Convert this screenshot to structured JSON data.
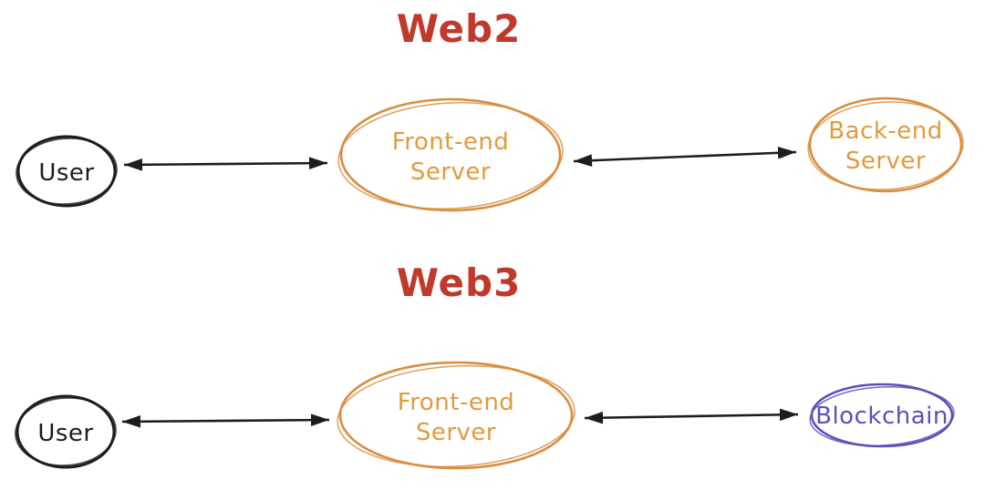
{
  "colors": {
    "title_red": "#c0392b",
    "orange_stroke": "#d98d3f",
    "orange_text": "#e29a3c",
    "purple": "#5b51b9",
    "ink": "#1d1d1d",
    "background": "#ffffff"
  },
  "web2": {
    "title": "Web2",
    "user": {
      "label": "User"
    },
    "frontend": {
      "line1": "Front-end",
      "line2": "Server"
    },
    "backend": {
      "line1": "Back-end",
      "line2": "Server"
    }
  },
  "web3": {
    "title": "Web3",
    "user": {
      "label": "User"
    },
    "frontend": {
      "line1": "Front-end",
      "line2": "Server"
    },
    "blockchain": {
      "label": "Blockchain"
    }
  },
  "connections": [
    {
      "section": "Web2",
      "from": "User",
      "to": "Front-end Server",
      "direction": "bidirectional"
    },
    {
      "section": "Web2",
      "from": "Front-end Server",
      "to": "Back-end Server",
      "direction": "bidirectional"
    },
    {
      "section": "Web3",
      "from": "User",
      "to": "Front-end Server",
      "direction": "bidirectional"
    },
    {
      "section": "Web3",
      "from": "Front-end Server",
      "to": "Blockchain",
      "direction": "bidirectional"
    }
  ]
}
